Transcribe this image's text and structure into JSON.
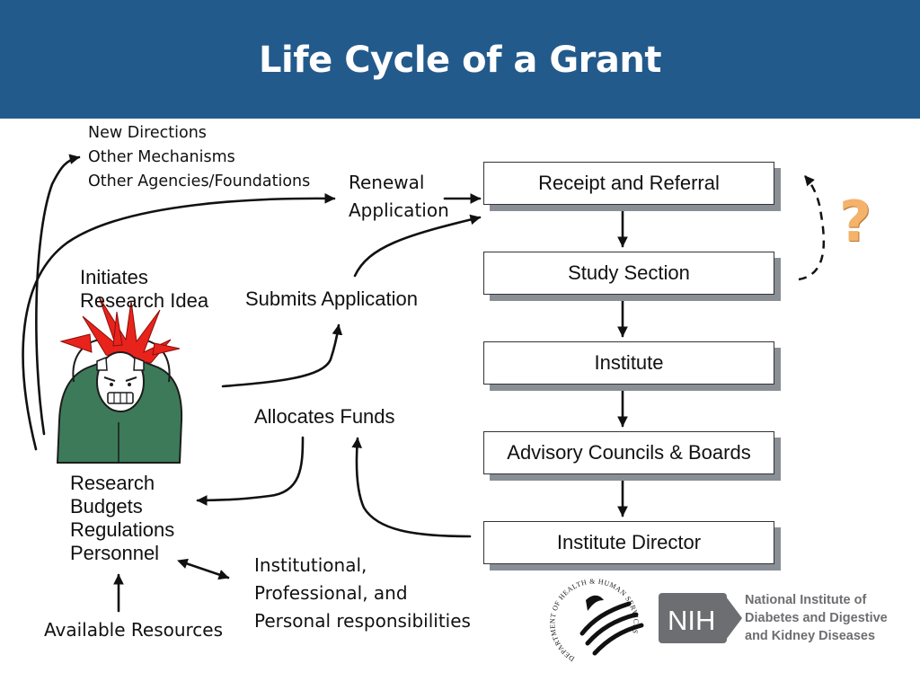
{
  "title": "Life Cycle of a Grant",
  "labels": {
    "new_directions": [
      "New Directions",
      "Other Mechanisms",
      "Other Agencies/Foundations"
    ],
    "renewal": [
      "Renewal",
      "Application"
    ],
    "initiates": [
      "Initiates",
      "Research Idea"
    ],
    "submits": "Submits Application",
    "allocates": "Allocates Funds",
    "research": [
      "Research",
      "Budgets",
      "Regulations",
      "Personnel"
    ],
    "institutional": [
      "Institutional,",
      "Professional, and",
      "Personal responsibilities"
    ],
    "available": "Available Resources",
    "question_mark": "?"
  },
  "process_steps": [
    "Receipt and Referral",
    "Study Section",
    "Institute",
    "Advisory Councils & Boards",
    "Institute Director"
  ],
  "logos": {
    "hhs_ring_text": "DEPARTMENT OF HEALTH & HUMAN SERVICES · USA",
    "nih_badge": "NIH",
    "nih_institute": [
      "National Institute of",
      "Diabetes and Digestive",
      "and Kidney Diseases"
    ]
  },
  "colors": {
    "header": "#235a8c",
    "box_shadow": "#8a8f96",
    "question_mark": "#f4b26a",
    "nih_gray": "#6d6e71",
    "hair": "#e8231c",
    "shirt": "#3c7a5a"
  },
  "icons": [
    "stressed-researcher-illustration",
    "hhs-eagle-logo",
    "nih-logo"
  ]
}
